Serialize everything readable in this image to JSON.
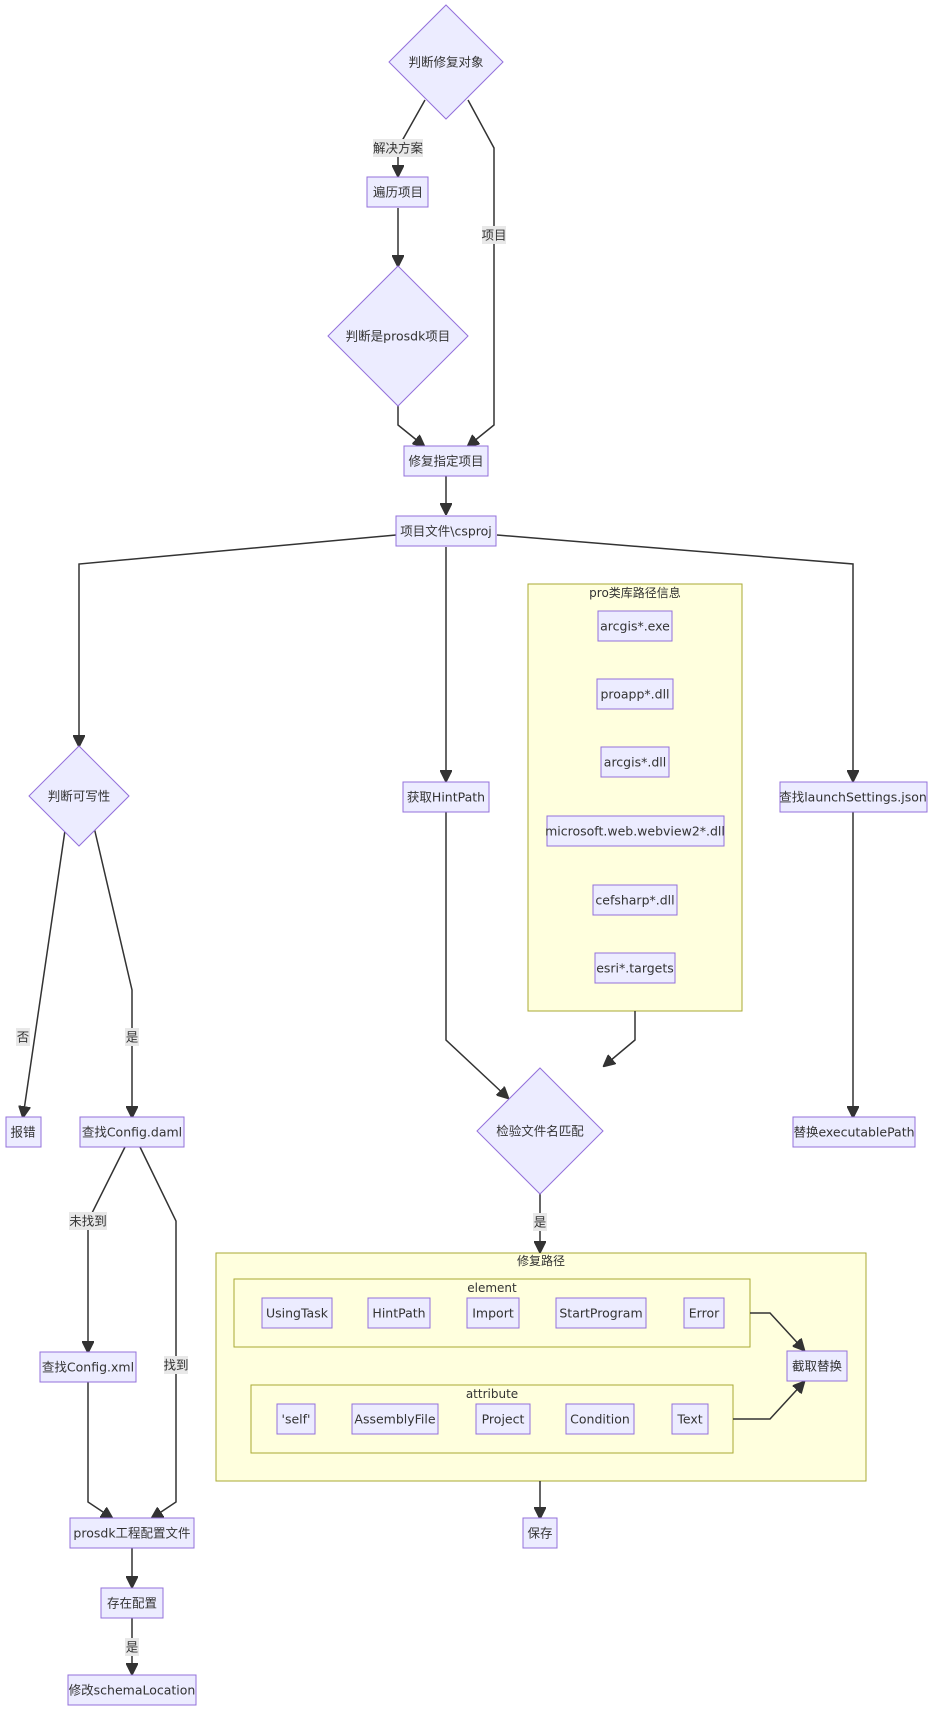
{
  "nodes": {
    "judge_target": "判断修复对象",
    "traverse_projects": "遍历项目",
    "judge_prosdk": "判断是prosdk项目",
    "fix_project": "修复指定项目",
    "csproj": "项目文件\\csproj",
    "judge_writable": "判断可写性",
    "report_error": "报错",
    "find_config_daml": "查找Config.daml",
    "find_config_xml": "查找Config.xml",
    "prosdk_config": "prosdk工程配置文件",
    "has_config": "存在配置",
    "modify_schema": "修改schemaLocation",
    "get_hintpath": "获取HintPath",
    "check_filename": "检验文件名匹配",
    "find_launch": "查找launchSettings.json",
    "replace_exe": "替换executablePath",
    "save": "保存",
    "cut_replace": "截取替换",
    "lib_arcgis_exe": "arcgis*.exe",
    "lib_proapp_dll": "proapp*.dll",
    "lib_arcgis_dll": "arcgis*.dll",
    "lib_webview2": "microsoft.web.webview2*.dll",
    "lib_cefsharp": "cefsharp*.dll",
    "lib_esri_targets": "esri*.targets",
    "el_usingtask": "UsingTask",
    "el_hintpath": "HintPath",
    "el_import": "Import",
    "el_startprogram": "StartProgram",
    "el_error": "Error",
    "at_self": "'self'",
    "at_assemblyfile": "AssemblyFile",
    "at_project": "Project",
    "at_condition": "Condition",
    "at_text": "Text"
  },
  "edge_labels": {
    "solution": "解决方案",
    "project": "项目",
    "no": "否",
    "yes_left": "是",
    "not_found": "未找到",
    "found": "找到",
    "yes_config": "是",
    "yes_match": "是"
  },
  "clusters": {
    "pro_libs": "pro类库路径信息",
    "fix_paths": "修复路径",
    "element": "element",
    "attribute": "attribute"
  },
  "colors": {
    "node_fill": "#ececff",
    "node_stroke": "#9370db",
    "cluster_fill": "#ffffde",
    "cluster_stroke": "#aaaa33",
    "edge": "#333333"
  }
}
